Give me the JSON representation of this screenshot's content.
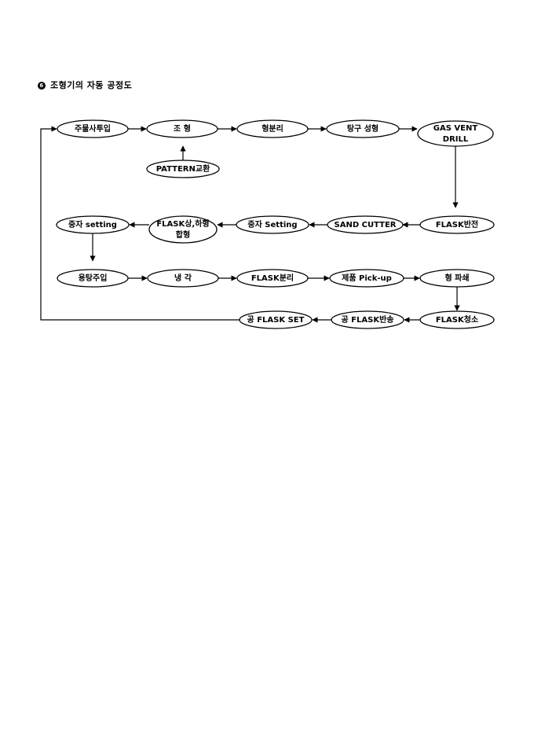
{
  "title": {
    "bullet": "6",
    "text": "조형기의 자동 공정도"
  },
  "nodes": {
    "n1": [
      "주물사투입"
    ],
    "n2": [
      "조 형"
    ],
    "n3": [
      "형분리"
    ],
    "n4": [
      "탕구 성형"
    ],
    "n5": [
      "GAS VENT",
      "DRILL"
    ],
    "n6": [
      "PATTERN교환"
    ],
    "n7": [
      "중자 setting"
    ],
    "n8": [
      "FLASK상,하형",
      "합형"
    ],
    "n9": [
      "중자 Setting"
    ],
    "n10": [
      "SAND CUTTER"
    ],
    "n11": [
      "FLASK반전"
    ],
    "n12": [
      "용탕주입"
    ],
    "n13": [
      "냉 각"
    ],
    "n14": [
      "FLASK분리"
    ],
    "n15": [
      "제품 Pick-up"
    ],
    "n16": [
      "형 파쇄"
    ],
    "n17": [
      "공 FLASK SET"
    ],
    "n18": [
      "공 FLASK반송"
    ],
    "n19": [
      "FLASK청소"
    ]
  }
}
